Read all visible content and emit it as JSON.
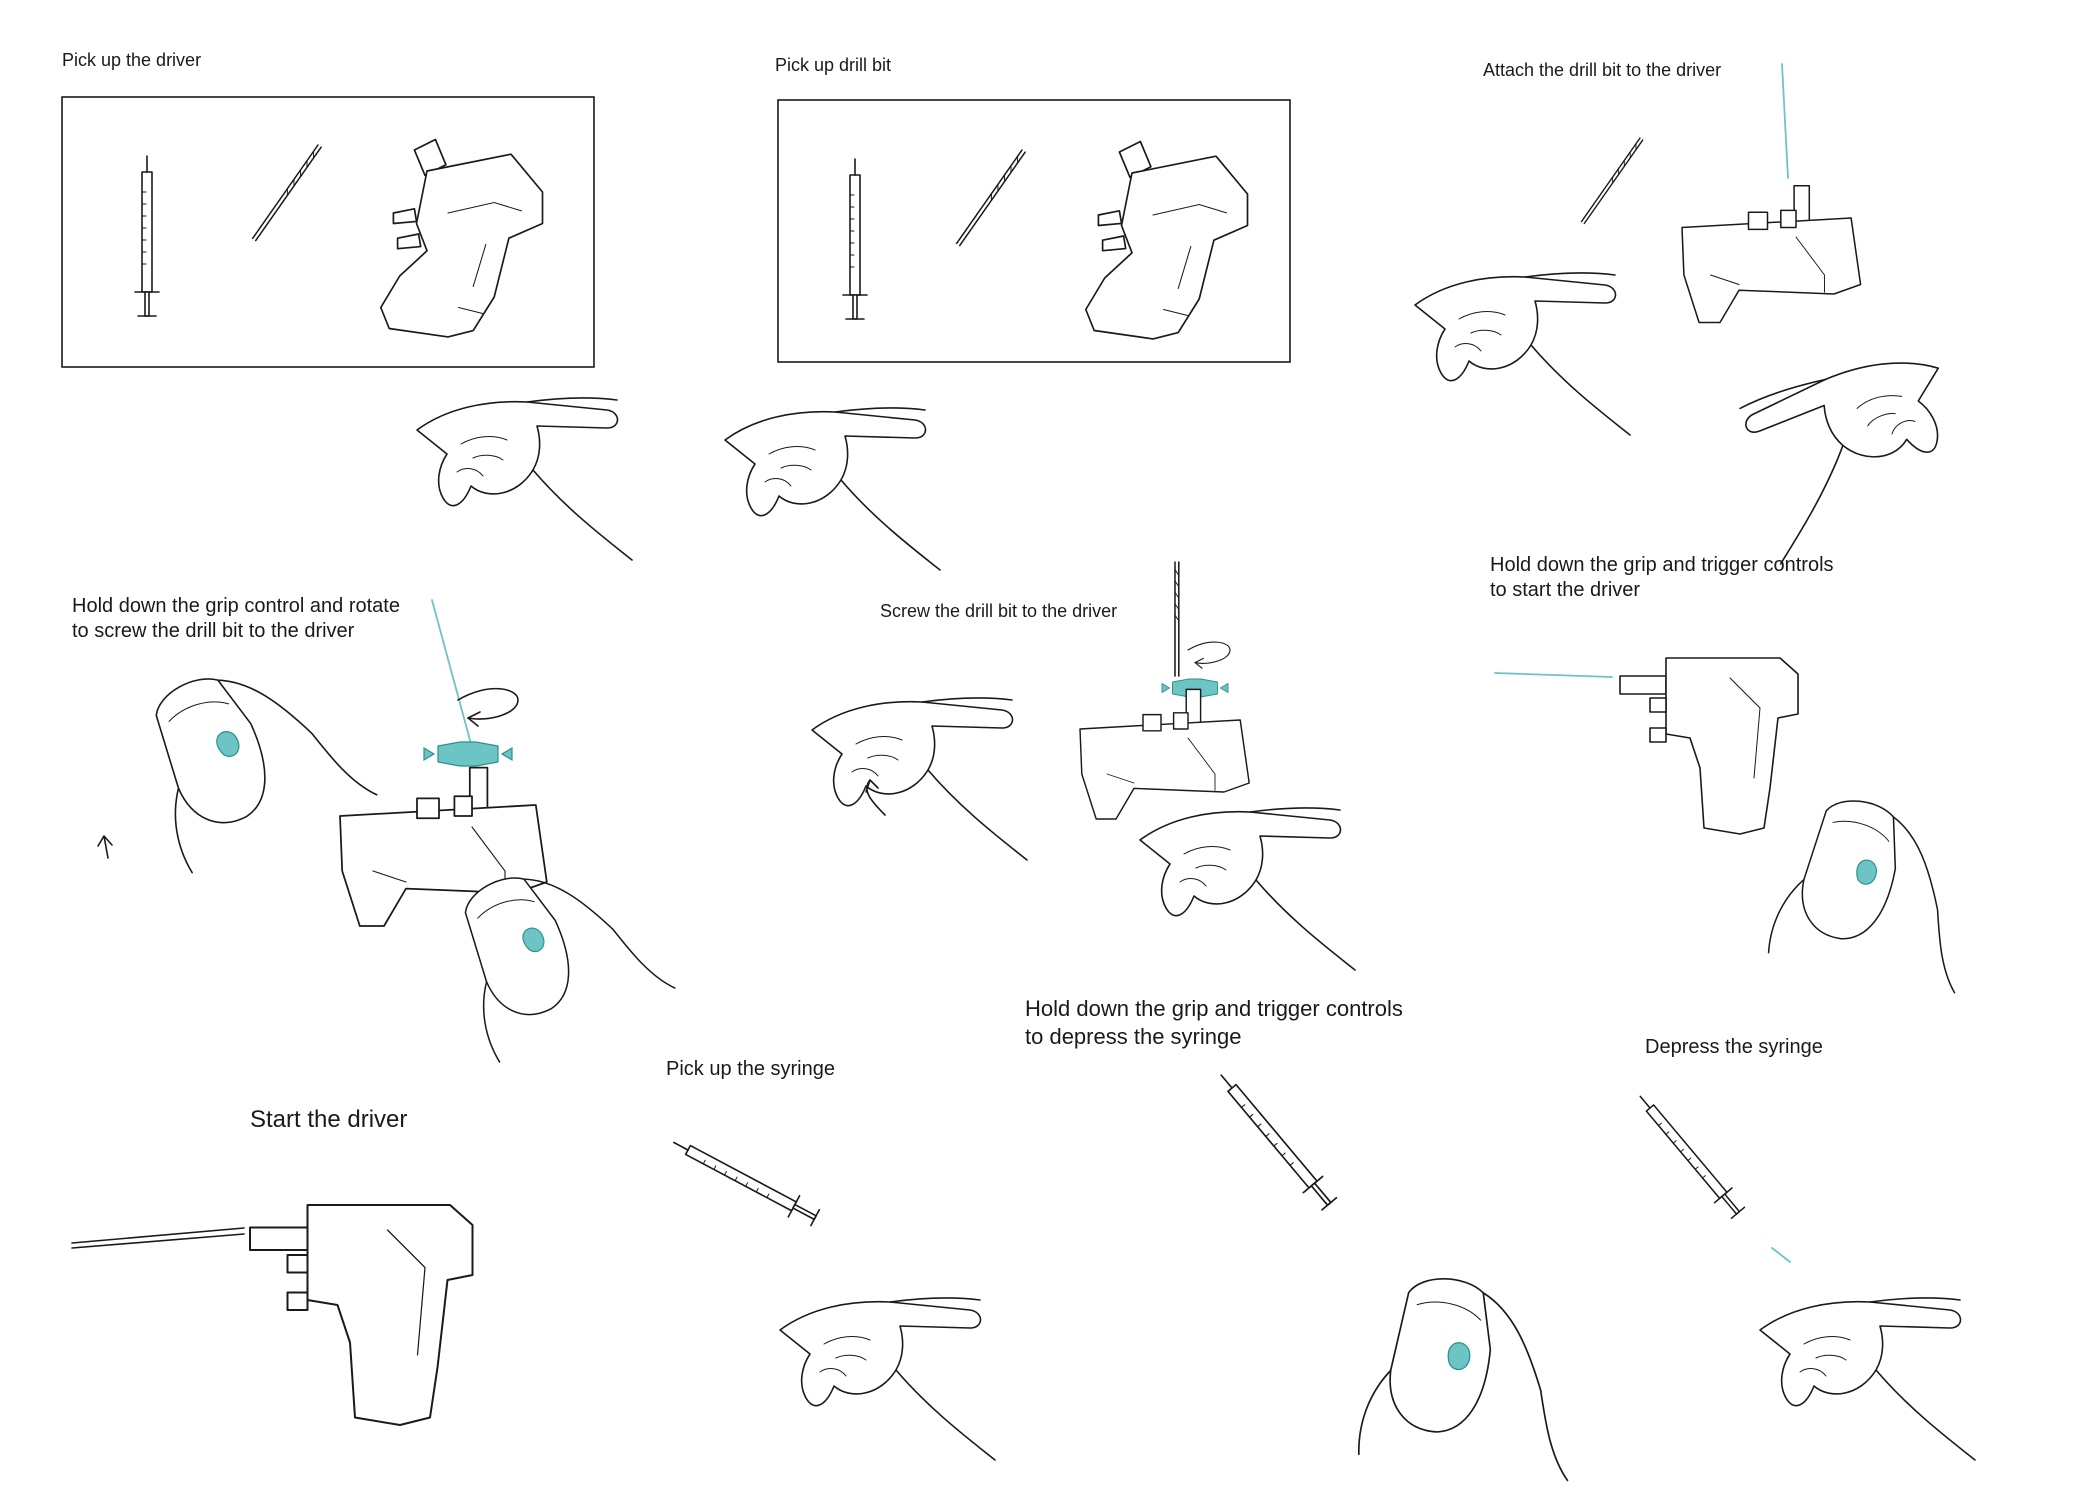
{
  "accent_color": "#6cc4c4",
  "ink_color": "#1a1a1a",
  "steps": [
    {
      "id": "pick-driver",
      "label": "Pick up the driver"
    },
    {
      "id": "pick-bit",
      "label": "Pick up drill bit"
    },
    {
      "id": "attach-bit",
      "label": "Attach the drill bit to the driver"
    },
    {
      "id": "hold-grip-rotate",
      "label": "Hold down the grip control and rotate\nto screw the drill bit to the driver"
    },
    {
      "id": "screw-bit",
      "label": "Screw the drill bit to the driver"
    },
    {
      "id": "hold-grip-trigger-start",
      "label": "Hold down the grip and trigger controls\nto start the driver"
    },
    {
      "id": "start-driver",
      "label": "Start the driver"
    },
    {
      "id": "pick-syringe",
      "label": "Pick up the syringe"
    },
    {
      "id": "hold-grip-trigger-syringe",
      "label": "Hold down the grip and trigger controls\nto depress the syringe"
    },
    {
      "id": "depress-syringe",
      "label": "Depress the syringe"
    }
  ],
  "icons": [
    "driver-icon",
    "drill-bit-icon",
    "syringe-icon",
    "hand-icon",
    "controller-icon",
    "rotate-arrow-icon",
    "collar-icon"
  ]
}
